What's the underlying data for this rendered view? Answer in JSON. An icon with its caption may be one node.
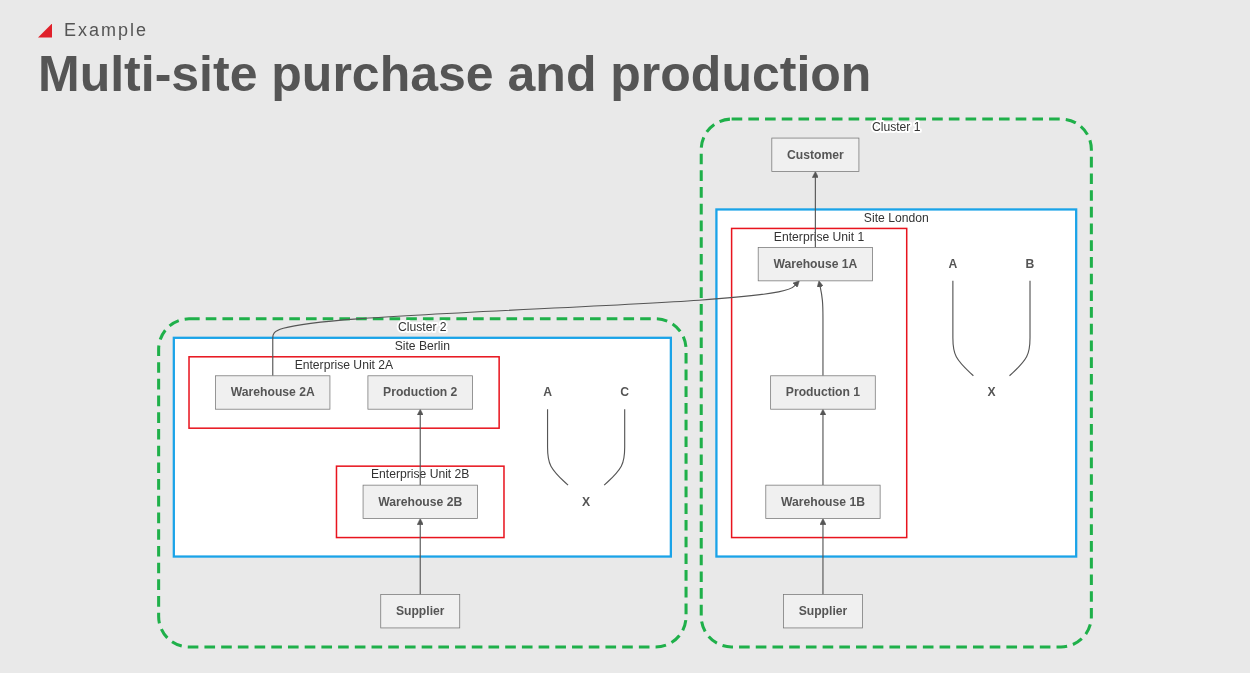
{
  "diagram": {
    "title": "Multi-site purchase and production",
    "labels": [
      "Example"
    ],
    "nodes": [
      {
        "text": [
          "Cluster 1"
        ]
      },
      {
        "text": [
          "Site London"
        ],
        "in": 0
      },
      {
        "text": [
          "Enterprise Unit 1"
        ],
        "in": 1
      },
      {
        "text": [
          "Customer"
        ],
        "in": 0
      },
      {
        "text": [
          "Warehouse 1A"
        ],
        "in": 2
      },
      {
        "text": [
          "Production 1"
        ],
        "in": 2
      },
      {
        "text": [
          "Warehouse 1B"
        ],
        "in": 2
      },
      {
        "text": [
          "X"
        ],
        "in": 1
      },
      {
        "text": [
          "A"
        ],
        "in": 1
      },
      {
        "text": [
          "B"
        ],
        "in": 1
      },
      {
        "text": [
          "Supplier"
        ],
        "in": 0
      },
      {
        "text": [
          "Cluster 2"
        ]
      },
      {
        "text": [
          "Site Berlin"
        ],
        "in": 11
      },
      {
        "text": [
          "Enterprise Unit 2A"
        ],
        "in": 12
      },
      {
        "text": [
          "Warehouse 2A"
        ],
        "in": 13
      },
      {
        "text": [
          "Production 2"
        ],
        "in": 13
      },
      {
        "text": [
          "X"
        ],
        "in": 12
      },
      {
        "text": [
          "A"
        ],
        "in": 12
      },
      {
        "text": [
          "C"
        ],
        "in": 12
      },
      {
        "text": [
          "Supplier"
        ],
        "in": 11
      },
      {
        "text": [
          "Enterprise Unit 2B"
        ],
        "in": 12
      },
      {
        "text": [
          "Warehouse 2B"
        ],
        "in": 20
      }
    ],
    "edges": [
      {
        "from": 4,
        "to": 3,
        "arrow": "to"
      },
      {
        "from": 5,
        "to": 4,
        "arrow": "to"
      },
      {
        "from": 6,
        "to": 5,
        "arrow": "to"
      },
      {
        "from": 10,
        "to": 6,
        "arrow": "to"
      },
      {
        "from": 14,
        "to": 4,
        "arrow": "to"
      },
      {
        "from": 21,
        "to": 15,
        "arrow": "to"
      },
      {
        "from": 19,
        "to": 21,
        "arrow": "to"
      },
      {
        "from": 7,
        "to": 8,
        "arrow": "none"
      },
      {
        "from": 7,
        "to": 9,
        "arrow": "none"
      },
      {
        "from": 16,
        "to": 17,
        "arrow": "none"
      },
      {
        "from": 16,
        "to": 18,
        "arrow": "none"
      }
    ]
  }
}
